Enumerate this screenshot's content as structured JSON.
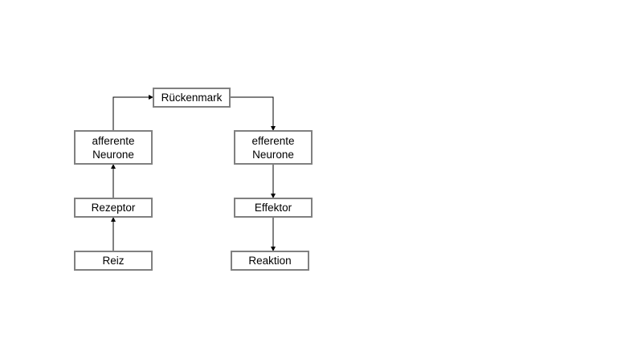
{
  "diagram": {
    "nodes": {
      "rueckenmark": "Rückenmark",
      "afferente": {
        "line1": "afferente",
        "line2": "Neurone"
      },
      "efferente": {
        "line1": "efferente",
        "line2": "Neurone"
      },
      "rezeptor": "Rezeptor",
      "effektor": "Effektor",
      "reiz": "Reiz",
      "reaktion": "Reaktion"
    },
    "colors": {
      "box_border": "#808080",
      "arrow": "#000000",
      "text": "#000000"
    }
  }
}
